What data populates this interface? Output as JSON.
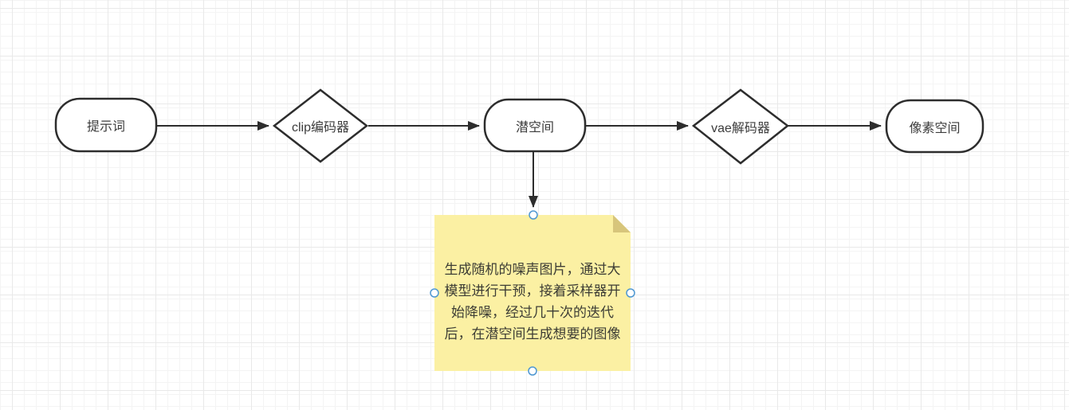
{
  "canvas": {
    "background_color": "#ffffff",
    "grid_minor_color": "#f4f4f4",
    "grid_major_color": "#e9e9e9"
  },
  "diagram": {
    "colors": {
      "shape_stroke": "#2d2d2d",
      "shape_fill": "#ffffff",
      "connector": "#2d2d2d",
      "note_fill": "#fbf0a3",
      "note_fold": "#d7c57b",
      "handle_stroke": "#4e97d1",
      "handle_fill": "#ffffff",
      "text": "#3c3c3c"
    },
    "nodes": [
      {
        "id": "prompt",
        "label": "提示词",
        "shape": "rounded-rect"
      },
      {
        "id": "clip-encoder",
        "label": "clip编码器",
        "shape": "diamond"
      },
      {
        "id": "latent-space",
        "label": "潜空间",
        "shape": "rounded-rect"
      },
      {
        "id": "vae-decoder",
        "label": "vae解码器",
        "shape": "diamond"
      },
      {
        "id": "pixel-space",
        "label": "像素空间",
        "shape": "rounded-rect"
      }
    ],
    "connectors": [
      {
        "from": "prompt",
        "to": "clip-encoder"
      },
      {
        "from": "clip-encoder",
        "to": "latent-space"
      },
      {
        "from": "latent-space",
        "to": "vae-decoder"
      },
      {
        "from": "vae-decoder",
        "to": "pixel-space"
      },
      {
        "from": "latent-space",
        "to": "sticky-note"
      }
    ],
    "note": {
      "text": "生成随机的噪声图片，通过大模型进行干预，接着采样器开始降噪，经过几十次的迭代后，在潜空间生成想要的图像",
      "lines": [
        "生成随机的噪声图片，通过大",
        "模型进行干预，接着采样器开",
        "始降噪，经过几十次的迭代",
        "后，在潜空间生成想要的图像"
      ],
      "selected": true
    }
  }
}
